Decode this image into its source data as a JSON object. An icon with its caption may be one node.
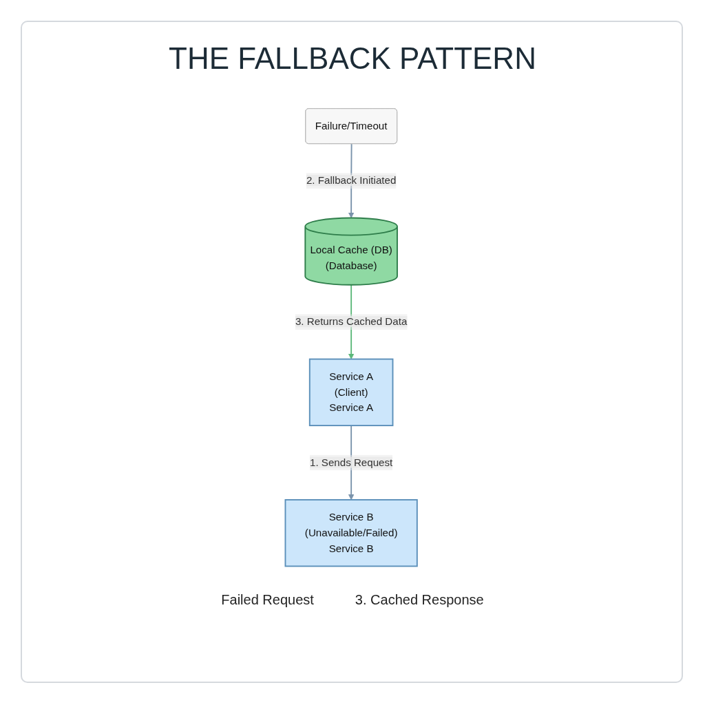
{
  "diagram": {
    "title": "THE FALLBACK PATTERN",
    "nodes": [
      {
        "text": [
          "Service A",
          "(Client)",
          "Service A"
        ]
      },
      {
        "text": [
          "Service B",
          "(Unavailable/Failed)",
          "Service B"
        ]
      },
      {
        "text": [
          "Failure/Timeout"
        ]
      },
      {
        "text": [
          "Local Cache (DB)",
          "(Database)"
        ]
      }
    ],
    "edges": [
      {
        "from": 0,
        "to": 1,
        "arrow": "to",
        "label": "1. Sends Request"
      },
      {
        "from": 2,
        "to": 3,
        "arrow": "to",
        "label": "2. Fallback Initiated"
      },
      {
        "from": 3,
        "to": 0,
        "arrow": "to",
        "label": "3. Returns Cached Data",
        "color": "#5cb87a"
      }
    ],
    "labels": [
      "Failed Request",
      "3. Cached Response"
    ]
  }
}
